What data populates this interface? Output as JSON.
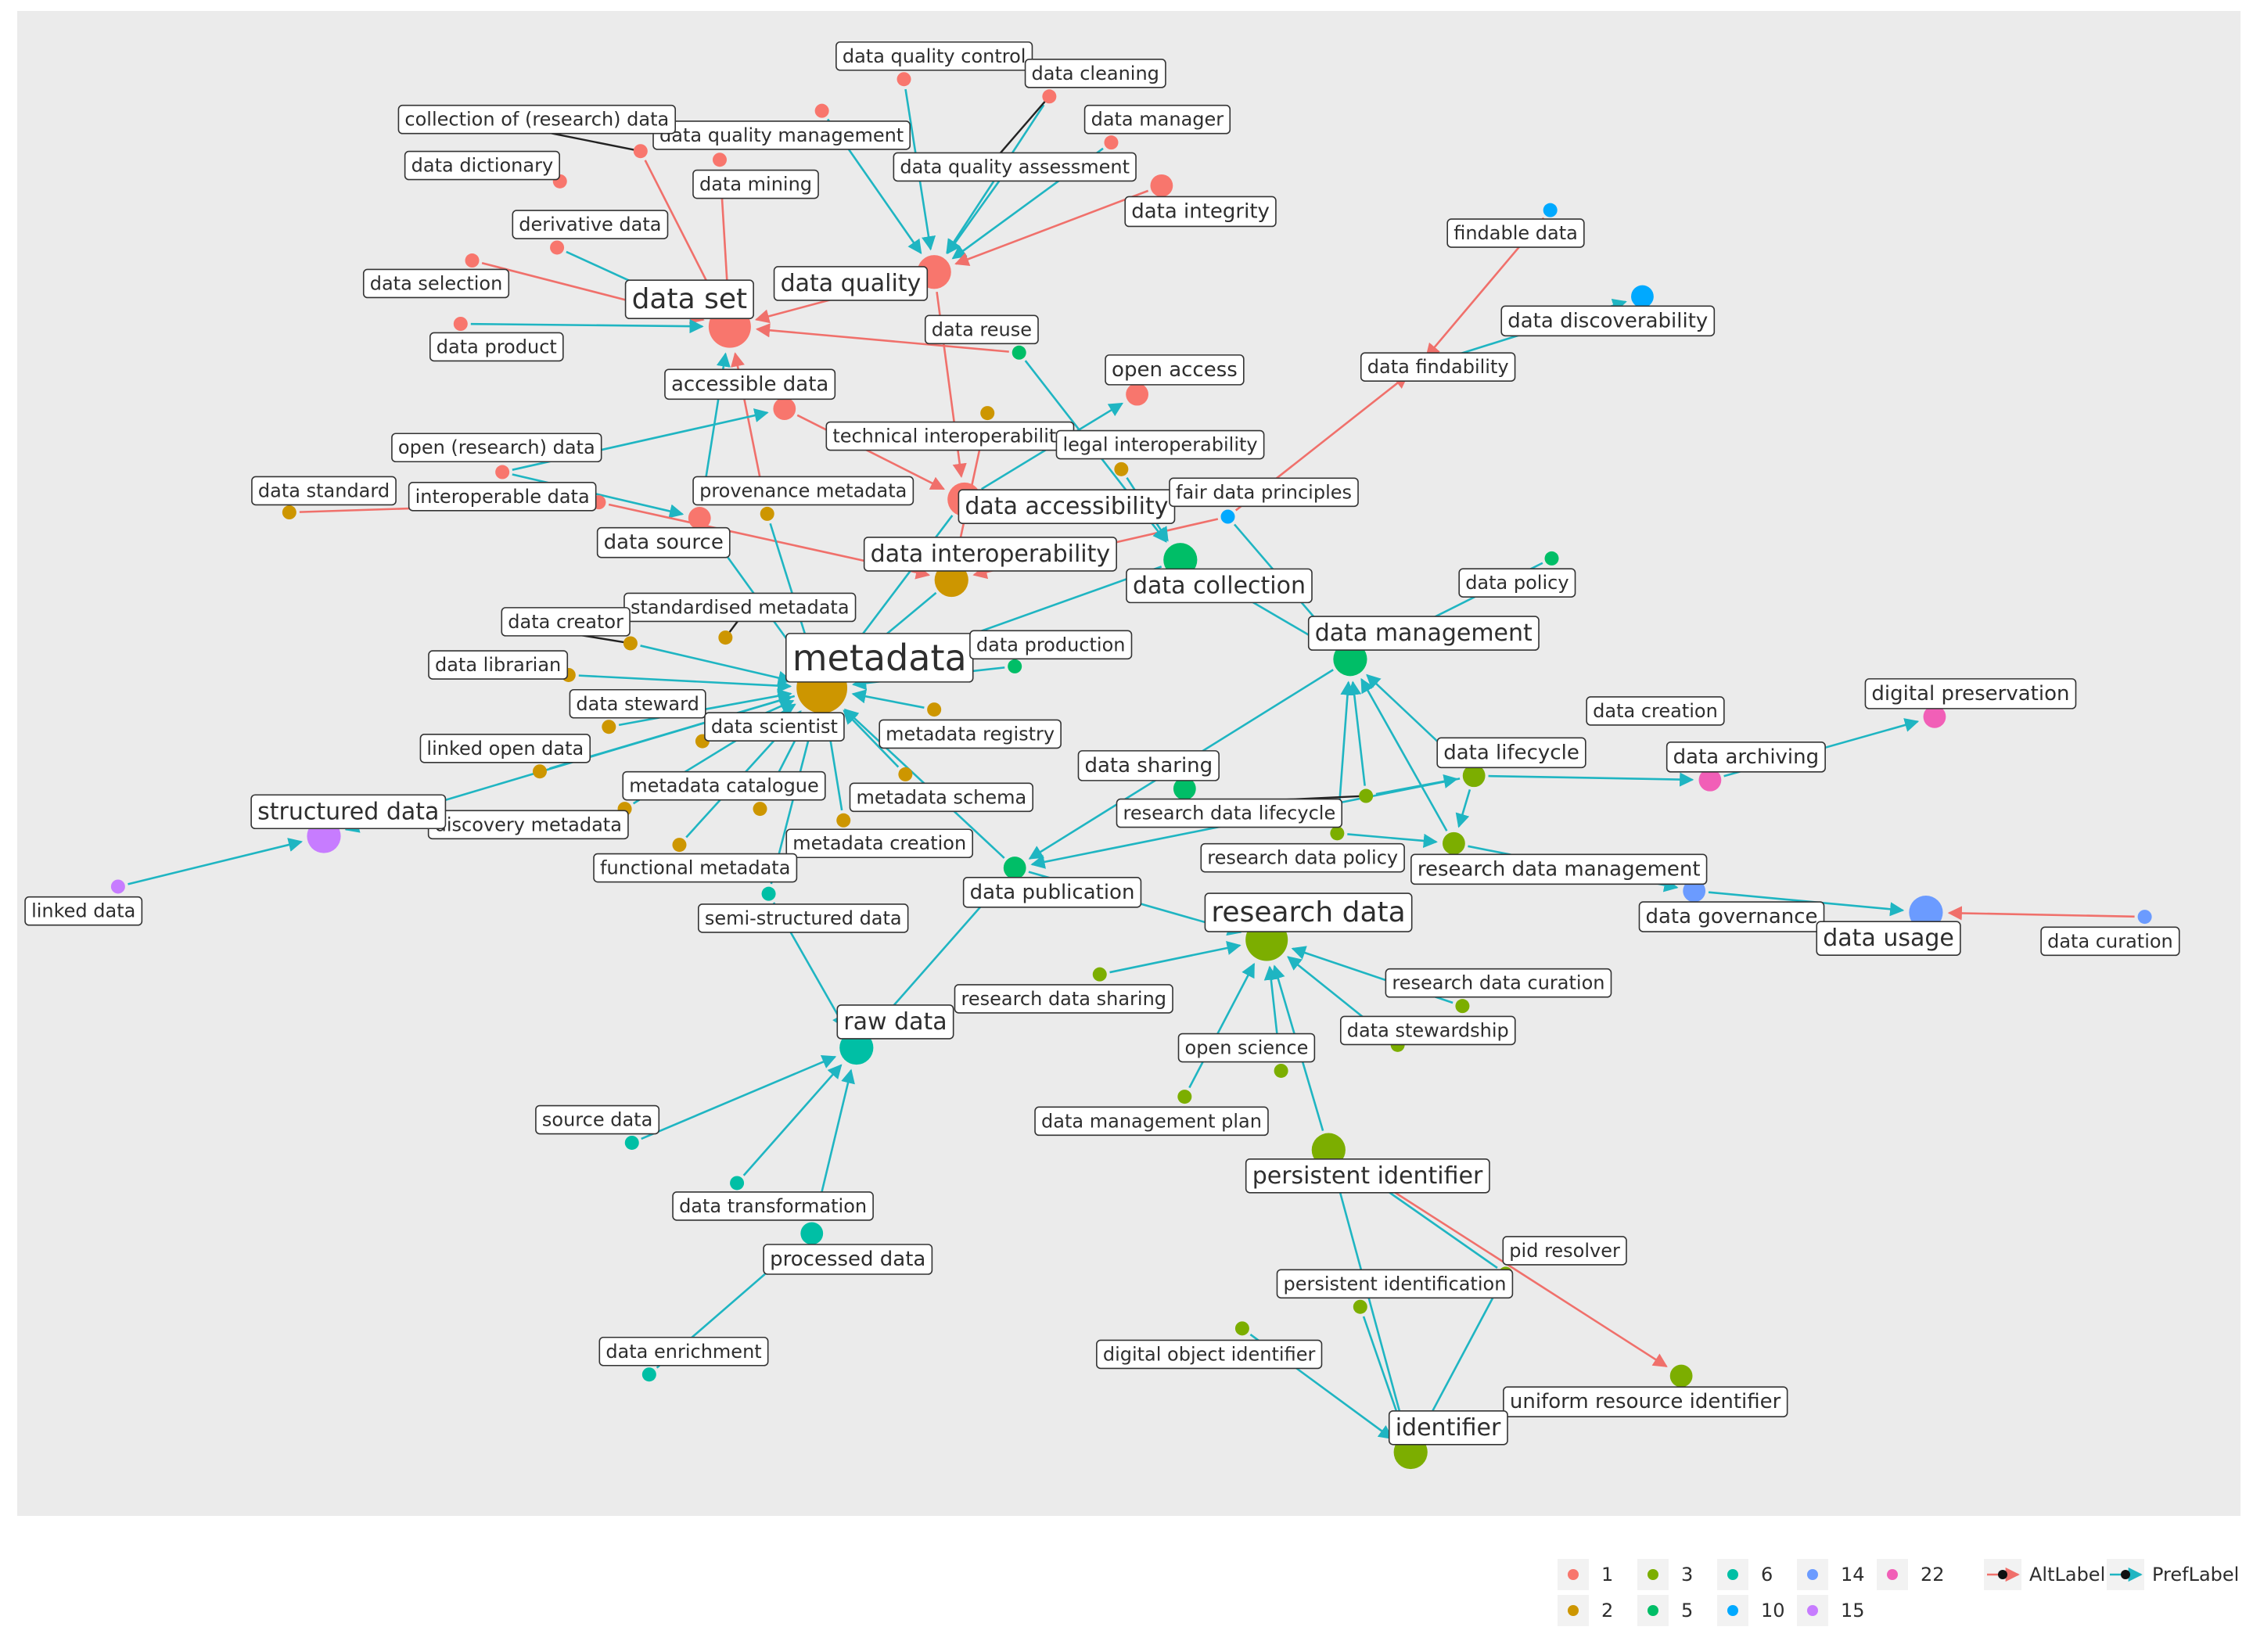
{
  "colors": {
    "panel": "#ebebeb",
    "edge_pref": "#1fb5c2",
    "edge_alt": "#f0706b",
    "edge_dark": "#222222",
    "groups": {
      "1": "#f8766d",
      "2": "#cd9600",
      "3": "#7cae00",
      "5": "#00be67",
      "6": "#00bfa5",
      "10": "#00a9ff",
      "14": "#6b9bff",
      "15": "#c77cff",
      "22": "#f15fb7"
    }
  },
  "legend": {
    "groups": [
      "1",
      "2",
      "3",
      "5",
      "6",
      "10",
      "14",
      "15",
      "22"
    ],
    "edge_types": [
      {
        "key": "alt",
        "label": "AltLabel"
      },
      {
        "key": "pref",
        "label": "PrefLabel"
      }
    ]
  },
  "nodes": [
    {
      "id": "data-set",
      "label": "data set",
      "group": "1",
      "size": "xl"
    },
    {
      "id": "data-quality",
      "label": "data quality",
      "group": "1",
      "size": "l"
    },
    {
      "id": "data-quality-control",
      "label": "data quality control",
      "group": "1",
      "size": "s"
    },
    {
      "id": "data-cleaning",
      "label": "data cleaning",
      "group": "1",
      "size": "s"
    },
    {
      "id": "data-manager",
      "label": "data manager",
      "group": "1",
      "size": "s"
    },
    {
      "id": "data-quality-management",
      "label": "data quality management",
      "group": "1",
      "size": "s"
    },
    {
      "id": "data-quality-assessment",
      "label": "data quality assessment",
      "group": "1",
      "size": "s"
    },
    {
      "id": "data-integrity",
      "label": "data integrity",
      "group": "1",
      "size": "m"
    },
    {
      "id": "collection-of-research-data",
      "label": "collection of (research) data",
      "group": "1",
      "size": "s"
    },
    {
      "id": "data-dictionary",
      "label": "data dictionary",
      "group": "1",
      "size": "s"
    },
    {
      "id": "data-mining",
      "label": "data mining",
      "group": "1",
      "size": "s"
    },
    {
      "id": "derivative-data",
      "label": "derivative data",
      "group": "1",
      "size": "s"
    },
    {
      "id": "data-selection",
      "label": "data selection",
      "group": "1",
      "size": "s"
    },
    {
      "id": "data-product",
      "label": "data product",
      "group": "1",
      "size": "s"
    },
    {
      "id": "accessible-data",
      "label": "accessible data",
      "group": "1",
      "size": "m"
    },
    {
      "id": "open-research-data",
      "label": "open (research) data",
      "group": "1",
      "size": "s"
    },
    {
      "id": "interoperable-data",
      "label": "interoperable data",
      "group": "1",
      "size": "s"
    },
    {
      "id": "data-source",
      "label": "data source",
      "group": "1",
      "size": "m"
    },
    {
      "id": "data-accessibility",
      "label": "data accessibility",
      "group": "1",
      "size": "l"
    },
    {
      "id": "technical-interoperability",
      "label": "technical interoperability",
      "group": "2",
      "size": "s"
    },
    {
      "id": "data-reuse",
      "label": "data reuse",
      "group": "5",
      "size": "s"
    },
    {
      "id": "open-access",
      "label": "open access",
      "group": "1",
      "size": "m"
    },
    {
      "id": "legal-interoperability",
      "label": "legal interoperability",
      "group": "2",
      "size": "s"
    },
    {
      "id": "provenance-metadata",
      "label": "provenance metadata",
      "group": "2",
      "size": "s"
    },
    {
      "id": "data-standard",
      "label": "data standard",
      "group": "2",
      "size": "s"
    },
    {
      "id": "data-interoperability",
      "label": "data interoperability",
      "group": "2",
      "size": "l"
    },
    {
      "id": "fair-data-principles",
      "label": "fair data principles",
      "group": "10",
      "size": "s"
    },
    {
      "id": "findable-data",
      "label": "findable data",
      "group": "10",
      "size": "s"
    },
    {
      "id": "data-discoverability",
      "label": "data discoverability",
      "group": "10",
      "size": "m"
    },
    {
      "id": "data-findability",
      "label": "data findability",
      "group": "10",
      "size": "s"
    },
    {
      "id": "data-collection",
      "label": "data collection",
      "group": "5",
      "size": "l"
    },
    {
      "id": "data-management",
      "label": "data management",
      "group": "5",
      "size": "l"
    },
    {
      "id": "data-policy",
      "label": "data policy",
      "group": "5",
      "size": "s"
    },
    {
      "id": "metadata",
      "label": "metadata",
      "group": "2",
      "size": "xxl"
    },
    {
      "id": "standardised-metadata",
      "label": "standardised metadata",
      "group": "2",
      "size": "s"
    },
    {
      "id": "data-creator",
      "label": "data creator",
      "group": "2",
      "size": "s"
    },
    {
      "id": "data-librarian",
      "label": "data librarian",
      "group": "2",
      "size": "s"
    },
    {
      "id": "data-steward",
      "label": "data steward",
      "group": "2",
      "size": "s"
    },
    {
      "id": "data-scientist",
      "label": "data scientist",
      "group": "2",
      "size": "s"
    },
    {
      "id": "linked-open-data",
      "label": "linked open data",
      "group": "2",
      "size": "s"
    },
    {
      "id": "metadata-registry",
      "label": "metadata registry",
      "group": "2",
      "size": "s"
    },
    {
      "id": "metadata-catalogue",
      "label": "metadata catalogue",
      "group": "2",
      "size": "s"
    },
    {
      "id": "metadata-schema",
      "label": "metadata schema",
      "group": "2",
      "size": "s"
    },
    {
      "id": "discovery-metadata",
      "label": "discovery metadata",
      "group": "2",
      "size": "s"
    },
    {
      "id": "metadata-creation",
      "label": "metadata creation",
      "group": "2",
      "size": "s"
    },
    {
      "id": "functional-metadata",
      "label": "functional metadata",
      "group": "2",
      "size": "s"
    },
    {
      "id": "data-production",
      "label": "data production",
      "group": "5",
      "size": "s"
    },
    {
      "id": "structured-data",
      "label": "structured data",
      "group": "15",
      "size": "l"
    },
    {
      "id": "linked-data",
      "label": "linked data",
      "group": "15",
      "size": "s"
    },
    {
      "id": "semi-structured-data",
      "label": "semi-structured data",
      "group": "6",
      "size": "s"
    },
    {
      "id": "raw-data",
      "label": "raw data",
      "group": "6",
      "size": "l"
    },
    {
      "id": "source-data",
      "label": "source data",
      "group": "6",
      "size": "s"
    },
    {
      "id": "data-transformation",
      "label": "data transformation",
      "group": "6",
      "size": "s"
    },
    {
      "id": "processed-data",
      "label": "processed data",
      "group": "6",
      "size": "m"
    },
    {
      "id": "data-enrichment",
      "label": "data enrichment",
      "group": "6",
      "size": "s"
    },
    {
      "id": "data-sharing",
      "label": "data sharing",
      "group": "5",
      "size": "m"
    },
    {
      "id": "research-data-lifecycle",
      "label": "research data lifecycle",
      "group": "3",
      "size": "s"
    },
    {
      "id": "research-data-policy",
      "label": "research data policy",
      "group": "3",
      "size": "s"
    },
    {
      "id": "data-publication",
      "label": "data publication",
      "group": "5",
      "size": "m"
    },
    {
      "id": "research-data",
      "label": "research data",
      "group": "3",
      "size": "xl"
    },
    {
      "id": "research-data-sharing",
      "label": "research data sharing",
      "group": "3",
      "size": "s"
    },
    {
      "id": "data-lifecycle",
      "label": "data lifecycle",
      "group": "3",
      "size": "m"
    },
    {
      "id": "data-creation",
      "label": "data creation",
      "group": "3",
      "size": "s"
    },
    {
      "id": "research-data-management",
      "label": "research data management",
      "group": "3",
      "size": "m"
    },
    {
      "id": "data-archiving",
      "label": "data archiving",
      "group": "22",
      "size": "m"
    },
    {
      "id": "digital-preservation",
      "label": "digital preservation",
      "group": "22",
      "size": "m"
    },
    {
      "id": "data-governance",
      "label": "data governance",
      "group": "14",
      "size": "m"
    },
    {
      "id": "data-usage",
      "label": "data usage",
      "group": "14",
      "size": "l"
    },
    {
      "id": "data-curation",
      "label": "data curation",
      "group": "14",
      "size": "s"
    },
    {
      "id": "research-data-curation",
      "label": "research data curation",
      "group": "3",
      "size": "s"
    },
    {
      "id": "data-stewardship",
      "label": "data stewardship",
      "group": "3",
      "size": "s"
    },
    {
      "id": "open-science",
      "label": "open science",
      "group": "3",
      "size": "s"
    },
    {
      "id": "data-management-plan",
      "label": "data management plan",
      "group": "3",
      "size": "s"
    },
    {
      "id": "persistent-identifier",
      "label": "persistent identifier",
      "group": "3",
      "size": "l"
    },
    {
      "id": "persistent-identification",
      "label": "persistent identification",
      "group": "3",
      "size": "s"
    },
    {
      "id": "pid-resolver",
      "label": "pid resolver",
      "group": "3",
      "size": "s"
    },
    {
      "id": "digital-object-identifier",
      "label": "digital object identifier",
      "group": "3",
      "size": "s"
    },
    {
      "id": "uniform-resource-identifier",
      "label": "uniform resource identifier",
      "group": "3",
      "size": "m"
    },
    {
      "id": "identifier",
      "label": "identifier",
      "group": "3",
      "size": "l"
    }
  ],
  "edges": [
    {
      "from": "data-quality-control",
      "to": "data-quality",
      "type": "pref"
    },
    {
      "from": "data-cleaning",
      "to": "data-quality",
      "type": "pref"
    },
    {
      "from": "data-manager",
      "to": "data-quality",
      "type": "pref"
    },
    {
      "from": "data-quality-management",
      "to": "data-quality",
      "type": "pref"
    },
    {
      "from": "data-quality-assessment",
      "to": "data-quality",
      "type": "pref"
    },
    {
      "from": "data-integrity",
      "to": "data-quality",
      "type": "alt"
    },
    {
      "from": "data-quality",
      "to": "data-set",
      "type": "alt"
    },
    {
      "from": "collection-of-research-data",
      "to": "data-set",
      "type": "alt"
    },
    {
      "from": "data-mining",
      "to": "data-set",
      "type": "alt"
    },
    {
      "from": "derivative-data",
      "to": "data-set",
      "type": "pref"
    },
    {
      "from": "data-selection",
      "to": "data-set",
      "type": "alt"
    },
    {
      "from": "data-product",
      "to": "data-set",
      "type": "pref"
    },
    {
      "from": "data-reuse",
      "to": "data-set",
      "type": "alt"
    },
    {
      "from": "data-source",
      "to": "data-set",
      "type": "pref"
    },
    {
      "from": "provenance-metadata",
      "to": "data-set",
      "type": "alt"
    },
    {
      "from": "open-research-data",
      "to": "accessible-data",
      "type": "pref"
    },
    {
      "from": "open-research-data",
      "to": "data-source",
      "type": "pref"
    },
    {
      "from": "accessible-data",
      "to": "data-accessibility",
      "type": "alt"
    },
    {
      "from": "data-quality",
      "to": "data-accessibility",
      "type": "alt"
    },
    {
      "from": "data-accessibility",
      "to": "open-access",
      "type": "pref"
    },
    {
      "from": "data-standard",
      "to": "interoperable-data",
      "type": "alt"
    },
    {
      "from": "interoperable-data",
      "to": "data-interoperability",
      "type": "alt"
    },
    {
      "from": "technical-interoperability",
      "to": "data-interoperability",
      "type": "alt"
    },
    {
      "from": "fair-data-principles",
      "to": "data-interoperability",
      "type": "alt"
    },
    {
      "from": "data-reuse",
      "to": "data-collection",
      "type": "pref"
    },
    {
      "from": "legal-interoperability",
      "to": "data-collection",
      "type": "pref"
    },
    {
      "from": "fair-data-principles",
      "to": "data-findability",
      "type": "alt"
    },
    {
      "from": "findable-data",
      "to": "data-findability",
      "type": "alt"
    },
    {
      "from": "data-findability",
      "to": "data-discoverability",
      "type": "pref"
    },
    {
      "from": "fair-data-principles",
      "to": "data-management",
      "type": "pref"
    },
    {
      "from": "data-collection",
      "to": "data-management",
      "type": "pref"
    },
    {
      "from": "data-policy",
      "to": "data-management",
      "type": "pref"
    },
    {
      "from": "data-source",
      "to": "metadata",
      "type": "pref"
    },
    {
      "from": "provenance-metadata",
      "to": "metadata",
      "type": "pref"
    },
    {
      "from": "data-interoperability",
      "to": "metadata",
      "type": "pref"
    },
    {
      "from": "data-accessibility",
      "to": "metadata",
      "type": "pref"
    },
    {
      "from": "data-creator",
      "to": "metadata",
      "type": "pref"
    },
    {
      "from": "data-librarian",
      "to": "metadata",
      "type": "pref"
    },
    {
      "from": "data-steward",
      "to": "metadata",
      "type": "pref"
    },
    {
      "from": "linked-open-data",
      "to": "metadata",
      "type": "pref"
    },
    {
      "from": "data-scientist",
      "to": "metadata",
      "type": "pref"
    },
    {
      "from": "metadata-catalogue",
      "to": "metadata",
      "type": "pref"
    },
    {
      "from": "discovery-metadata",
      "to": "metadata",
      "type": "pref"
    },
    {
      "from": "functional-metadata",
      "to": "metadata",
      "type": "pref"
    },
    {
      "from": "metadata-creation",
      "to": "metadata",
      "type": "pref"
    },
    {
      "from": "metadata-schema",
      "to": "metadata",
      "type": "pref"
    },
    {
      "from": "metadata-registry",
      "to": "metadata",
      "type": "pref"
    },
    {
      "from": "data-production",
      "to": "metadata",
      "type": "pref"
    },
    {
      "from": "data-publication",
      "to": "metadata",
      "type": "pref"
    },
    {
      "from": "data-collection",
      "to": "metadata",
      "type": "pref"
    },
    {
      "from": "semi-structured-data",
      "to": "metadata",
      "type": "pref"
    },
    {
      "from": "metadata",
      "to": "structured-data",
      "type": "pref"
    },
    {
      "from": "linked-data",
      "to": "structured-data",
      "type": "pref"
    },
    {
      "from": "data-publication",
      "to": "raw-data",
      "type": "pref"
    },
    {
      "from": "semi-structured-data",
      "to": "raw-data",
      "type": "pref"
    },
    {
      "from": "source-data",
      "to": "raw-data",
      "type": "pref"
    },
    {
      "from": "data-transformation",
      "to": "raw-data",
      "type": "pref"
    },
    {
      "from": "processed-data",
      "to": "raw-data",
      "type": "pref"
    },
    {
      "from": "data-enrichment",
      "to": "processed-data",
      "type": "pref"
    },
    {
      "from": "data-management",
      "to": "data-publication",
      "type": "pref"
    },
    {
      "from": "data-lifecycle",
      "to": "data-publication",
      "type": "pref"
    },
    {
      "from": "data-publication",
      "to": "research-data",
      "type": "pref"
    },
    {
      "from": "research-data-sharing",
      "to": "research-data",
      "type": "pref"
    },
    {
      "from": "research-data-lifecycle",
      "to": "data-management",
      "type": "pref"
    },
    {
      "from": "research-data-policy",
      "to": "data-management",
      "type": "pref"
    },
    {
      "from": "data-lifecycle",
      "to": "data-management",
      "type": "pref"
    },
    {
      "from": "research-data-management",
      "to": "data-management",
      "type": "pref"
    },
    {
      "from": "research-data-lifecycle",
      "to": "data-lifecycle",
      "type": "pref"
    },
    {
      "from": "research-data-policy",
      "to": "research-data-management",
      "type": "pref"
    },
    {
      "from": "data-lifecycle",
      "to": "research-data-management",
      "type": "pref"
    },
    {
      "from": "data-lifecycle",
      "to": "data-archiving",
      "type": "pref"
    },
    {
      "from": "data-archiving",
      "to": "digital-preservation",
      "type": "pref"
    },
    {
      "from": "research-data-management",
      "to": "data-governance",
      "type": "pref"
    },
    {
      "from": "data-governance",
      "to": "data-usage",
      "type": "pref"
    },
    {
      "from": "data-curation",
      "to": "data-usage",
      "type": "alt"
    },
    {
      "from": "research-data-curation",
      "to": "research-data",
      "type": "pref"
    },
    {
      "from": "data-stewardship",
      "to": "research-data",
      "type": "pref"
    },
    {
      "from": "open-science",
      "to": "research-data",
      "type": "pref"
    },
    {
      "from": "data-management-plan",
      "to": "research-data",
      "type": "pref"
    },
    {
      "from": "persistent-identifier",
      "to": "research-data",
      "type": "pref"
    },
    {
      "from": "persistent-identifier",
      "to": "identifier",
      "type": "pref"
    },
    {
      "from": "persistent-identification",
      "to": "identifier",
      "type": "pref"
    },
    {
      "from": "digital-object-identifier",
      "to": "identifier",
      "type": "pref"
    },
    {
      "from": "pid-resolver",
      "to": "identifier",
      "type": "pref"
    },
    {
      "from": "pid-resolver",
      "to": "persistent-identifier",
      "type": "pref"
    },
    {
      "from": "persistent-identifier",
      "to": "uniform-resource-identifier",
      "type": "alt"
    },
    {
      "from": "collection-of-research-data",
      "to": "collection-of-research-data",
      "type": "dark"
    },
    {
      "from": "data-cleaning",
      "to": "data-quality-assessment",
      "type": "dark"
    },
    {
      "from": "standardised-metadata",
      "to": "standardised-metadata",
      "type": "dark"
    },
    {
      "from": "data-creator",
      "to": "data-creator",
      "type": "dark"
    },
    {
      "from": "research-data-lifecycle",
      "to": "research-data-lifecycle",
      "type": "dark"
    }
  ]
}
